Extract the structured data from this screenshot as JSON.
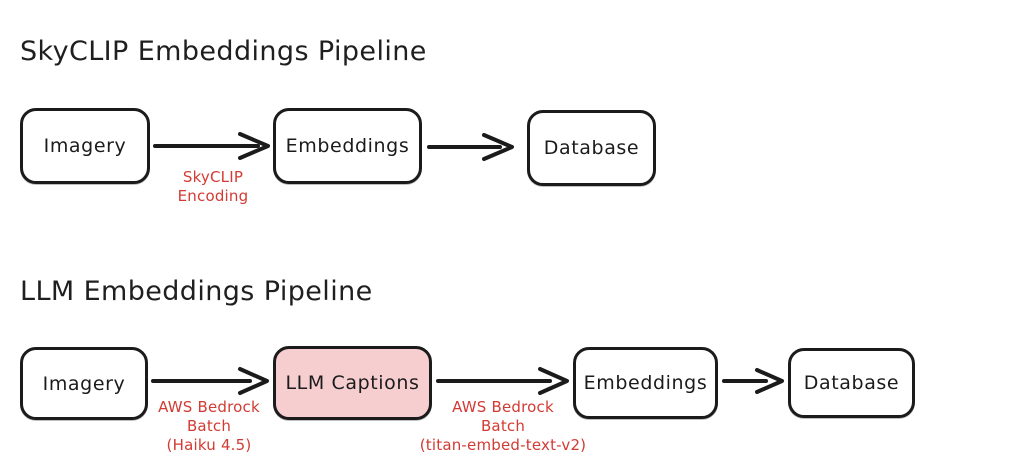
{
  "page": {
    "background": "#ffffff",
    "ink": "#1b1b1b",
    "accent_red": "#d23b33",
    "highlight_fill": "#f6ced0"
  },
  "sections": [
    {
      "id": "skyclip",
      "title": "SkyCLIP Embeddings Pipeline",
      "nodes": [
        {
          "id": "r1-imagery",
          "label": "Imagery",
          "highlighted": false
        },
        {
          "id": "r1-embeddings",
          "label": "Embeddings",
          "highlighted": false
        },
        {
          "id": "r1-database",
          "label": "Database",
          "highlighted": false
        }
      ],
      "edges": [
        {
          "from": "r1-imagery",
          "to": "r1-embeddings",
          "label": "SkyCLIP\nEncoding"
        },
        {
          "from": "r1-embeddings",
          "to": "r1-database",
          "label": ""
        }
      ]
    },
    {
      "id": "llm",
      "title": "LLM Embeddings Pipeline",
      "nodes": [
        {
          "id": "r2-imagery",
          "label": "Imagery",
          "highlighted": false
        },
        {
          "id": "r2-captions",
          "label": "LLM Captions",
          "highlighted": true
        },
        {
          "id": "r2-embeddings",
          "label": "Embeddings",
          "highlighted": false
        },
        {
          "id": "r2-database",
          "label": "Database",
          "highlighted": false
        }
      ],
      "edges": [
        {
          "from": "r2-imagery",
          "to": "r2-captions",
          "label": "AWS Bedrock\nBatch\n(Haiku 4.5)"
        },
        {
          "from": "r2-captions",
          "to": "r2-embeddings",
          "label": "AWS Bedrock\nBatch\n(titan-embed-text-v2)"
        },
        {
          "from": "r2-embeddings",
          "to": "r2-database",
          "label": ""
        }
      ]
    }
  ]
}
